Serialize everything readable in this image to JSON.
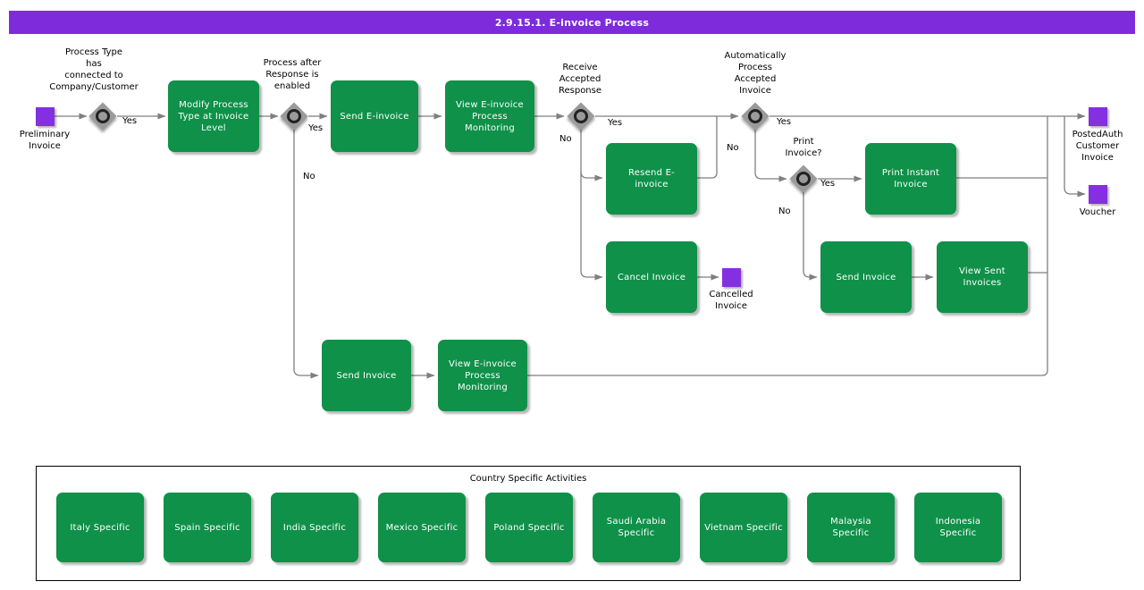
{
  "title": "2.9.15.1. E-invoice Process",
  "colors": {
    "title_bar": "#7E2BDC",
    "event": "#8430E0",
    "task": "#0F9149",
    "gateway": "#9A9A9A",
    "line": "#7F7F7F"
  },
  "events": {
    "preliminary": {
      "label": "Preliminary\nInvoice"
    },
    "cancelled": {
      "label": "Cancelled\nInvoice"
    },
    "posted": {
      "label": "PostedAuth\nCustomer\nInvoice"
    },
    "voucher": {
      "label": "Voucher"
    }
  },
  "gateways": {
    "g1": {
      "label": "Process Type\nhas\nconnected to\nCompany/Customer",
      "yes": "Yes"
    },
    "g2": {
      "label": "Process after\nResponse is\nenabled",
      "yes": "Yes",
      "no": "No"
    },
    "g3": {
      "label": "Receive\nAccepted\nResponse",
      "yes": "Yes",
      "no": "No"
    },
    "g4": {
      "label": "Automatically\nProcess\nAccepted\nInvoice",
      "yes": "Yes",
      "no": "No"
    },
    "g5": {
      "label": "Print\nInvoice?",
      "yes": "Yes",
      "no": "No"
    }
  },
  "tasks": {
    "modify": "Modify Process\nType at Invoice\nLevel",
    "send_einvoice": "Send E-invoice",
    "view_monitoring_top": "View E-invoice\nProcess\nMonitoring",
    "resend": "Resend E-\ninvoice",
    "cancel": "Cancel Invoice",
    "print_instant": "Print Instant\nInvoice",
    "send_invoice_right": "Send Invoice",
    "view_sent": "View Sent\nInvoices",
    "send_invoice_bottom": "Send Invoice",
    "view_monitoring_bottom": "View E-invoice\nProcess\nMonitoring"
  },
  "country_section": {
    "title": "Country Specific Activities",
    "items": [
      "Italy Specific",
      "Spain Specific",
      "India Specific",
      "Mexico Specific",
      "Poland Specific",
      "Saudi Arabia\nSpecific",
      "Vietnam Specific",
      "Malaysia\nSpecific",
      "Indonesia\nSpecific"
    ]
  }
}
